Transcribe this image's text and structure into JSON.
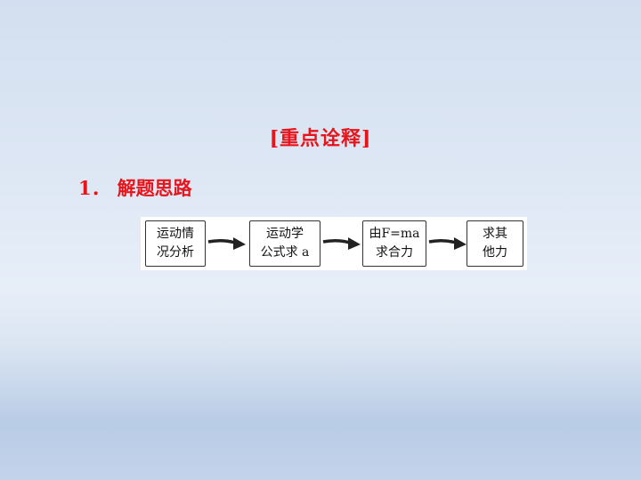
{
  "section_title": "[重点诠释]",
  "heading": {
    "number": "1．",
    "text": "解题思路"
  },
  "flow": {
    "steps": [
      {
        "line1": "运动情",
        "line2": "况分析"
      },
      {
        "line1": "运动学",
        "line2": "公式求 a"
      },
      {
        "line1": "由F=ma",
        "line2": "求合力"
      },
      {
        "line1": "求其",
        "line2": "他力"
      }
    ]
  },
  "colors": {
    "accent": "#e8141b",
    "text": "#111111",
    "arrow": "#222222"
  },
  "icons": [
    "right-arrow-icon"
  ]
}
